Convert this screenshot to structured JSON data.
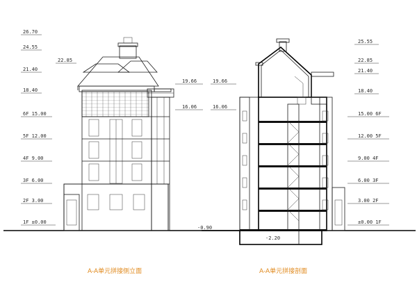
{
  "colors": {
    "line": "#1a1a1a",
    "caption": "#e08a1e",
    "background": "#ffffff"
  },
  "elevation": {
    "caption": "A-A单元拼接侧立面",
    "levels": {
      "l2670": "26.70",
      "l2455": "24.55",
      "l2285": "22.85",
      "l2140": "21.40",
      "l1840": "18.40",
      "l1966": "19.66",
      "l1606": "16.06",
      "l1500": "6F 15.00",
      "l1200": "5F 12.00",
      "l900": "4F 9.00",
      "l600": "3F 6.00",
      "l300": "2F 3.00",
      "l000": "1F ±0.00",
      "lm090": "-0.90"
    }
  },
  "section": {
    "caption": "A-A单元拼接剖面",
    "levels": {
      "l2555": "25.55",
      "l2285": "22.85",
      "l2140": "21.40",
      "l1840": "18.40",
      "l1966": "19.66",
      "l1606": "16.06",
      "l1500": "15.00 6F",
      "l1200": "12.00 5F",
      "l900": "9.00 4F",
      "l600": "6.00 3F",
      "l300": "3.00 2F",
      "l000": "±0.00 1F",
      "lm220": "-2.20"
    }
  }
}
